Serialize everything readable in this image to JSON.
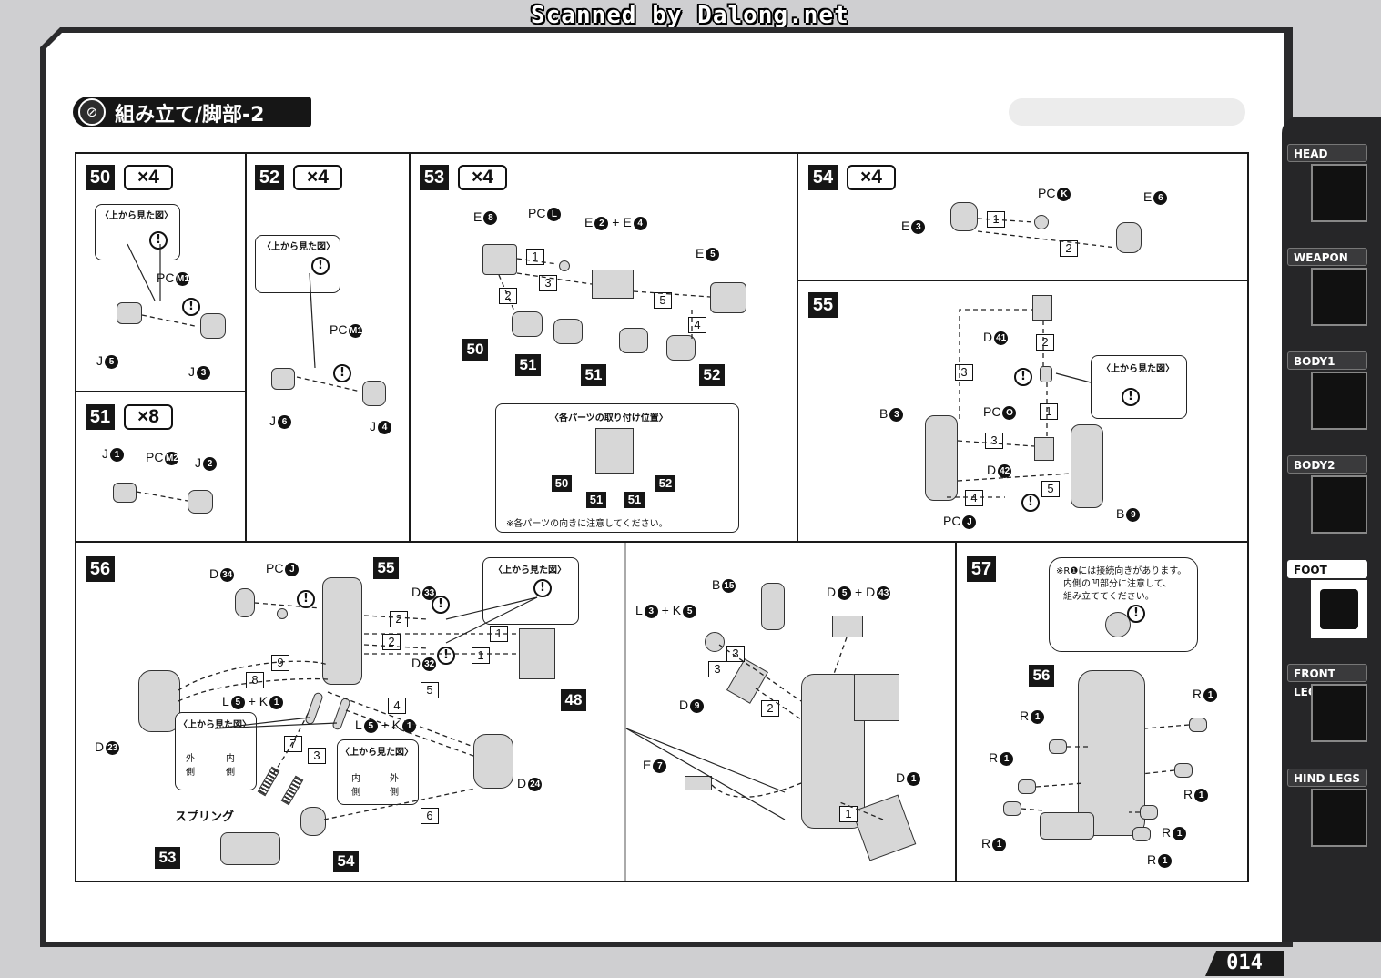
{
  "watermark": "Scanned by Dalong.net",
  "title": "組み立て/脚部-2",
  "page_number": "014",
  "tabs": [
    {
      "label": "HEAD",
      "active": false
    },
    {
      "label": "WEAPON",
      "active": false
    },
    {
      "label": "BODY1",
      "active": false
    },
    {
      "label": "BODY2",
      "active": false
    },
    {
      "label": "FOOT",
      "active": true
    },
    {
      "label": "FRONT LEGS",
      "active": false
    },
    {
      "label": "HIND LEGS",
      "active": false
    }
  ],
  "top_view_label": "〈上から見た図〉",
  "steps": {
    "s50": {
      "num": "50",
      "qty": "×4",
      "labels": {
        "pc": "PC",
        "pc_n": "M1",
        "j5": "J",
        "j5_n": "5",
        "j3": "J",
        "j3_n": "3"
      }
    },
    "s51": {
      "num": "51",
      "qty": "×8",
      "labels": {
        "j1": "J",
        "j1_n": "1",
        "pc": "PC",
        "pc_n": "M2",
        "j2": "J",
        "j2_n": "2"
      }
    },
    "s52": {
      "num": "52",
      "qty": "×4",
      "labels": {
        "pc": "PC",
        "pc_n": "M1",
        "j6": "J",
        "j6_n": "6",
        "j4": "J",
        "j4_n": "4"
      }
    },
    "s53": {
      "num": "53",
      "qty": "×4",
      "labels": {
        "e8": "E",
        "e8_n": "8",
        "pcl": "PC",
        "pcl_n": "L",
        "e2e4": "E",
        "e2_n": "2",
        "plus": "+",
        "e4": "E",
        "e4_n": "4",
        "e5": "E",
        "e5_n": "5"
      },
      "steps": [
        "1",
        "2",
        "3",
        "4",
        "5"
      ],
      "refs": [
        "50",
        "51",
        "51",
        "52"
      ],
      "position_head": "〈各パーツの取り付け位置〉",
      "position_refs": [
        "50",
        "51",
        "51",
        "52"
      ],
      "note": "※各パーツの向きに注意してください。"
    },
    "s54": {
      "num": "54",
      "qty": "×4",
      "labels": {
        "e3": "E",
        "e3_n": "3",
        "pck": "PC",
        "pck_n": "K",
        "e6": "E",
        "e6_n": "6"
      },
      "steps": [
        "1",
        "2"
      ]
    },
    "s55": {
      "num": "55",
      "labels": {
        "d41": "D",
        "d41_n": "41",
        "pco": "PC",
        "pco_n": "O",
        "b3": "B",
        "b3_n": "3",
        "d42": "D",
        "d42_n": "42",
        "pcj": "PC",
        "pcj_n": "J",
        "b9": "B",
        "b9_n": "9"
      },
      "steps": [
        "2",
        "3",
        "1",
        "3",
        "5",
        "4"
      ]
    },
    "s56": {
      "num": "56",
      "labels": {
        "d34": "D",
        "d34_n": "34",
        "pcj": "PC",
        "pcj_n": "J",
        "d33": "D",
        "d33_n": "33",
        "d32": "D",
        "d32_n": "32",
        "d23": "D",
        "d23_n": "23",
        "lk1": "L",
        "lk1_a": "5",
        "lk1_plus": "+",
        "lk1_b": "K",
        "lk1_c": "1",
        "lk2": "L",
        "lk2_a": "5",
        "lk2_plus": "+",
        "lk2_b": "K",
        "lk2_c": "1",
        "d24": "D",
        "d24_n": "24",
        "spring": "スプリング",
        "outer": "外側",
        "inner": "内側",
        "l3k5": "L",
        "l3_n": "3",
        "k5": "K",
        "k5_n": "5",
        "b15": "B",
        "b15_n": "15",
        "d5d43": "D",
        "d5_n": "5",
        "d43": "D",
        "d43_n": "43",
        "d9": "D",
        "d9_n": "9",
        "e7": "E",
        "e7_n": "7",
        "d1": "D",
        "d1_n": "1"
      },
      "steps": [
        "2",
        "2",
        "1",
        "1",
        "9",
        "8",
        "5",
        "4",
        "7",
        "3",
        "6",
        "3",
        "3",
        "2",
        "1"
      ],
      "refs": [
        "55",
        "48",
        "53",
        "54"
      ]
    },
    "s57": {
      "num": "57",
      "note_lines": [
        "※R❶には接続向きがあります。",
        "内側の凹部分に注意して、",
        "組み立ててください。"
      ],
      "ref": "56",
      "r_label": "R",
      "r_n": "1"
    }
  }
}
